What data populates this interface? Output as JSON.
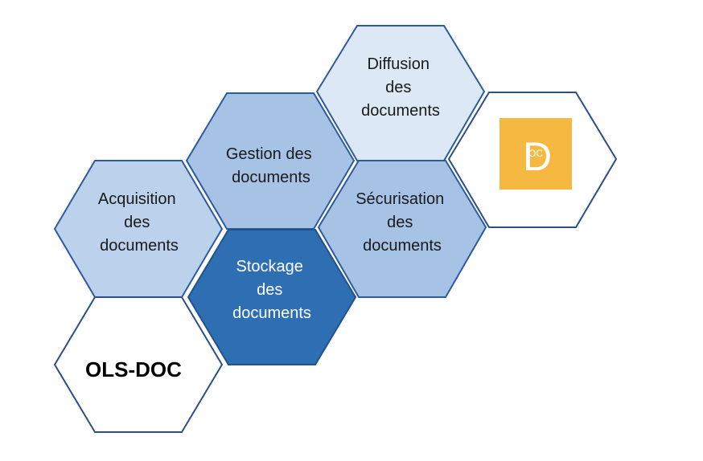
{
  "hexagons": [
    {
      "id": "acquisition",
      "lines": [
        "Acquisition",
        "des",
        "documents"
      ],
      "fill": "#bcd2ec",
      "stroke": "#2e5aa0",
      "text_color": "#1a1a1a"
    },
    {
      "id": "gestion",
      "lines": [
        "Gestion des",
        "documents"
      ],
      "fill": "#a6c3e6",
      "stroke": "#2e5aa0",
      "text_color": "#1a1a1a"
    },
    {
      "id": "diffusion",
      "lines": [
        "Diffusion",
        "des",
        "documents"
      ],
      "fill": "#dce8f5",
      "stroke": "#2e5aa0",
      "text_color": "#1a1a1a"
    },
    {
      "id": "securisation",
      "lines": [
        "Sécurisation",
        "des",
        "documents"
      ],
      "fill": "#a6c3e6",
      "stroke": "#2e5aa0",
      "text_color": "#1a1a1a"
    },
    {
      "id": "stockage",
      "lines": [
        "Stockage",
        "des",
        "documents"
      ],
      "fill": "#2e6fb4",
      "stroke": "#22528a",
      "text_color": "#ffffff"
    },
    {
      "id": "ols-doc",
      "lines": [
        "OLS-DOC"
      ],
      "fill": "#ffffff",
      "stroke": "#2b4f86",
      "text_color": "#000000",
      "bold": true
    },
    {
      "id": "logo",
      "lines": [],
      "fill": "#ffffff",
      "stroke": "#2b4f86"
    }
  ],
  "logo": {
    "big_letter": "D",
    "small_letters": "OC",
    "background_color": "#f5b942",
    "letter_color": "#ffffff"
  }
}
